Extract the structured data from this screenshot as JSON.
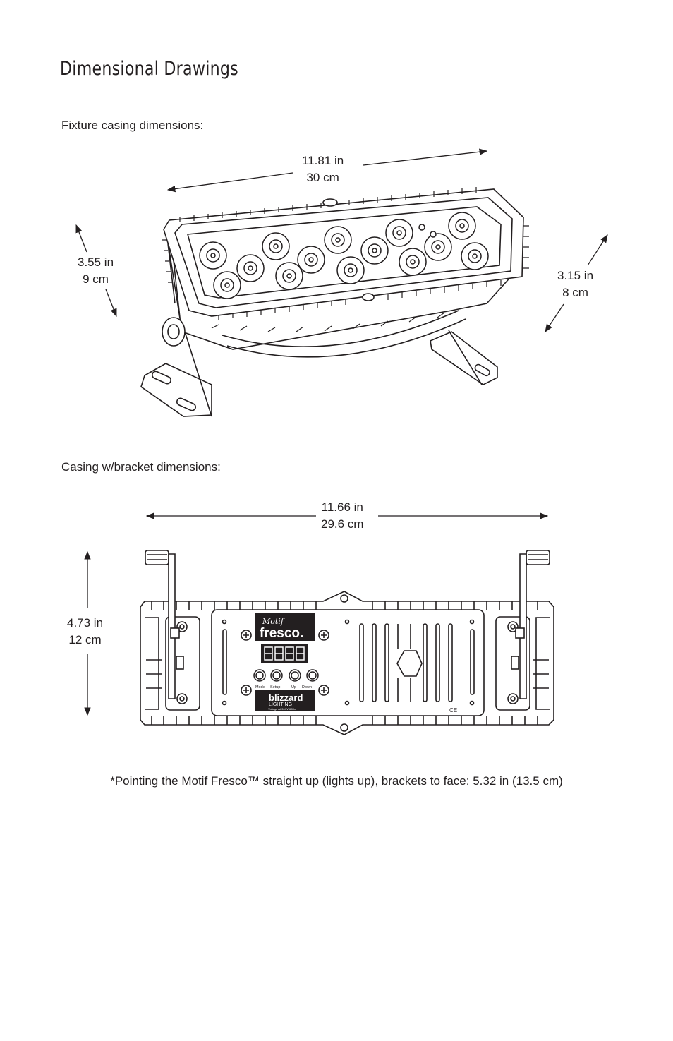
{
  "page": {
    "title": "Dimensional Drawings"
  },
  "fixture": {
    "label": "Fixture casing dimensions:",
    "length_in": "11.81 in",
    "length_cm": "30 cm",
    "height_in": "3.55 in",
    "height_cm": "9 cm",
    "depth_in": "3.15 in",
    "depth_cm": "8 cm"
  },
  "bracket": {
    "label": "Casing w/bracket dimensions:",
    "width_in": "11.66 in",
    "width_cm": "29.6 cm",
    "height_in": "4.73 in",
    "height_cm": "12 cm"
  },
  "rear_panel": {
    "script_logo": "Motif",
    "model_logo": "fresco.",
    "display": "8888",
    "buttons": [
      "Mode",
      "Setup",
      "Up",
      "Down"
    ],
    "brand_logo": "blizzard",
    "brand_sub": "LIGHTING",
    "voltage": "Voltage AC110V/60Hz",
    "cert": "CE"
  },
  "footnote": "*Pointing the Motif Fresco™ straight up (lights up), brackets to face: 5.32 in (13.5 cm)"
}
